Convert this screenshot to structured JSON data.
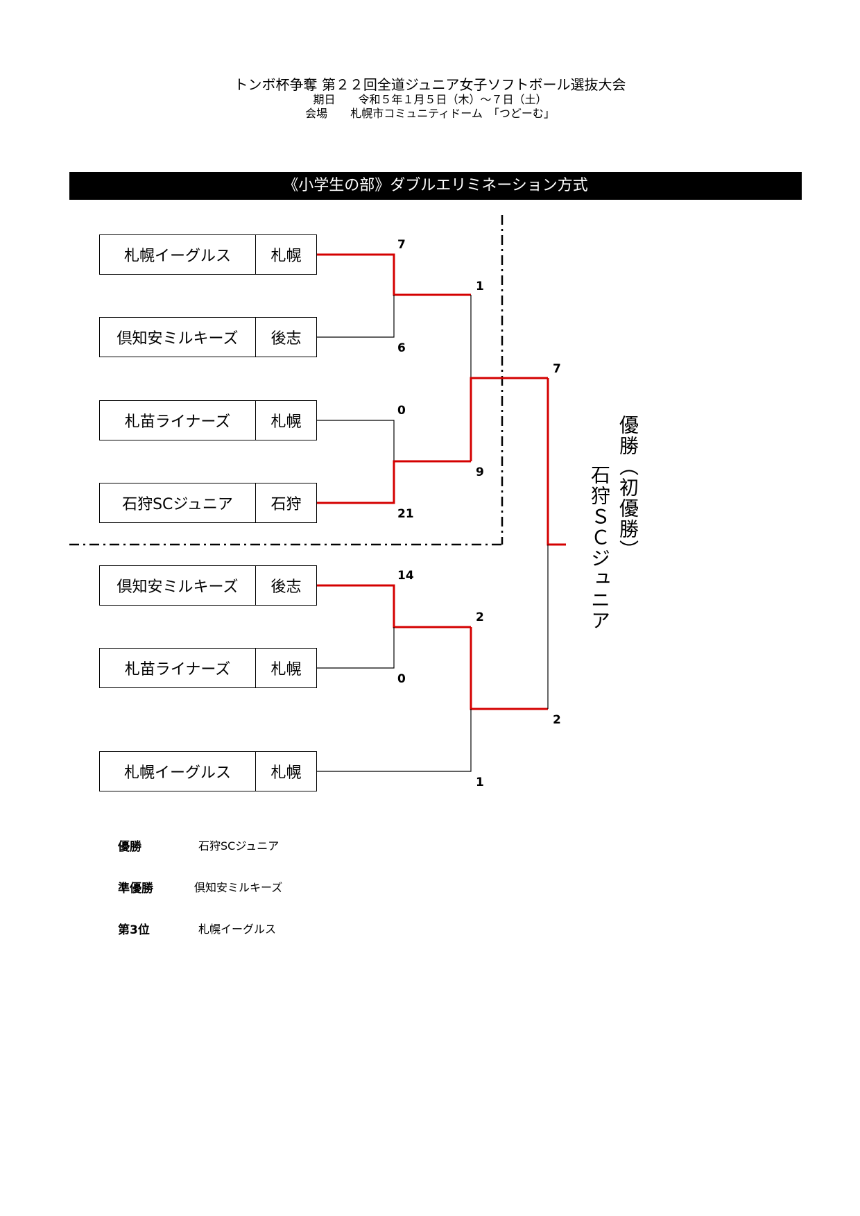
{
  "header": {
    "title": "トンボ杯争奪 第２２回全道ジュニア女子ソフトボール選抜大会",
    "date_label": "期日",
    "date_value": "令和５年１月５日（木）～７日（土）",
    "venue_label": "会場",
    "venue_value": "札幌市コミュニティドーム　「つどーむ」"
  },
  "banner": "《小学生の部》ダブルエリミネーション方式",
  "teams": [
    {
      "name": "札幌イーグルス",
      "region": "札幌"
    },
    {
      "name": "倶知安ミルキーズ",
      "region": "後志"
    },
    {
      "name": "札苗ライナーズ",
      "region": "札幌"
    },
    {
      "name": "石狩SCジュニア",
      "region": "石狩"
    },
    {
      "name": "倶知安ミルキーズ",
      "region": "後志"
    },
    {
      "name": "札苗ライナーズ",
      "region": "札幌"
    },
    {
      "name": "札幌イーグルス",
      "region": "札幌"
    }
  ],
  "scores": [
    "7",
    "6",
    "1",
    "0",
    "21",
    "9",
    "7",
    "14",
    "0",
    "2",
    "1",
    "2"
  ],
  "champion_vertical": {
    "label": "優勝（初優勝）",
    "team": "石狩ＳＣジュニア"
  },
  "results": [
    {
      "label": "優勝",
      "team": "石狩SCジュニア"
    },
    {
      "label": "準優勝",
      "team": "倶知安ミルキーズ"
    },
    {
      "label": "第3位",
      "team": "札幌イーグルス"
    }
  ],
  "colors": {
    "winner_line": "#d40000",
    "line": "#000000",
    "banner_bg": "#000000"
  }
}
